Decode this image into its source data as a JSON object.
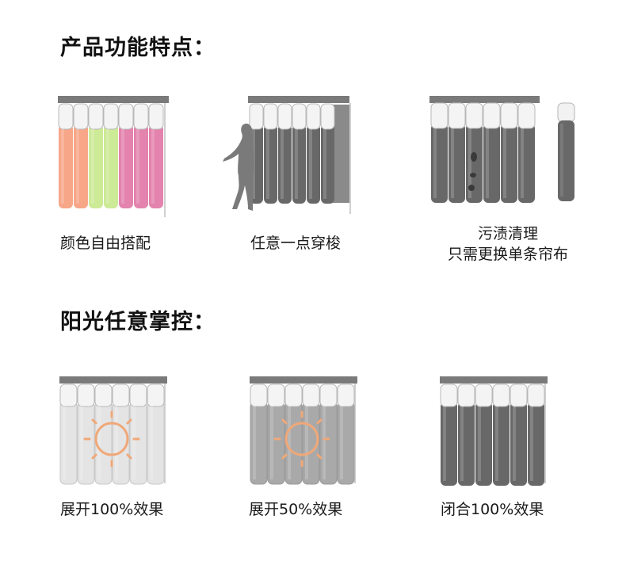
{
  "sections": {
    "features": {
      "title": "产品功能特点：",
      "items": [
        {
          "caption": "颜色自由搭配"
        },
        {
          "caption": "任意一点穿梭"
        },
        {
          "caption_line1": "污渍清理",
          "caption_line2": "只需更换单条帘布"
        }
      ]
    },
    "light": {
      "title": "阳光任意掌控：",
      "items": [
        {
          "caption": "展开100%效果"
        },
        {
          "caption": "展开50%效果"
        },
        {
          "caption": "闭合100%效果"
        }
      ]
    }
  },
  "colors": {
    "rail": "#7a7a7a",
    "dark_panel": "#686868",
    "salmon": "#f7a688",
    "green": "#cdea96",
    "pink": "#e383ae",
    "sun": "#f0a878",
    "translucent": "#e4e4e4",
    "half": "#a9a9a9"
  }
}
